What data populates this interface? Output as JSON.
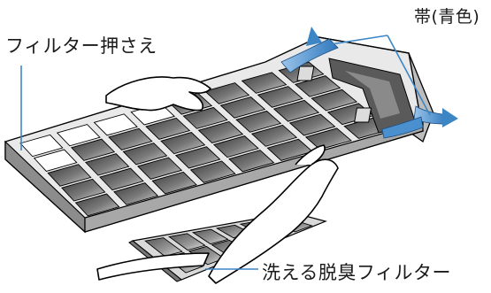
{
  "labels": {
    "filter_holder": "フィルター押さえ",
    "band": "帯(青色)",
    "deodorizing_filter": "洗える脱臭フィルター"
  },
  "colors": {
    "band_blue": "#3d86c6",
    "frame_gray": "#9a9a9a",
    "mesh_dark": "#5a5a5a",
    "outline": "#000000"
  }
}
